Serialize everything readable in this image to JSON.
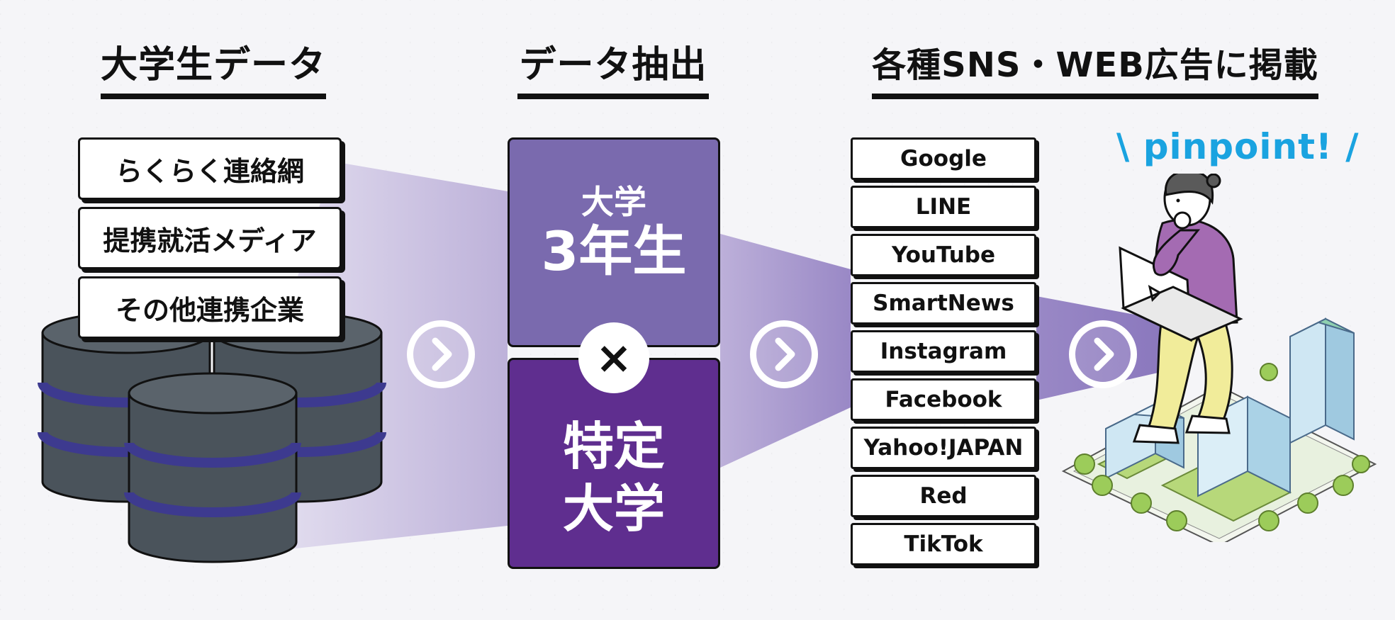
{
  "headings": {
    "student_data": "大学生データ",
    "extraction": "データ抽出",
    "placement": "各種SNS・WEB広告に掲載"
  },
  "sources": [
    "らくらく連絡網",
    "提携就活メディア",
    "その他連携企業"
  ],
  "filters": {
    "top": [
      "大学",
      "3年生"
    ],
    "cross": "×",
    "bottom": [
      "特定",
      "大学"
    ]
  },
  "platforms": [
    "Google",
    "LINE",
    "YouTube",
    "SmartNews",
    "Instagram",
    "Facebook",
    "Yahoo!JAPAN",
    "Red",
    "TikTok"
  ],
  "pinpoint": "pinpoint!",
  "colors": {
    "purple_light": "#7a6aae",
    "purple_dark": "#5f2e8f",
    "funnel": "#9b8ac6",
    "accent_blue": "#1aa3e0",
    "db_body": "#4a535b",
    "db_ring": "#3d3a8f"
  },
  "icons": {
    "arrow": "chevron-right-icon",
    "database": "database-icon",
    "person": "person-with-laptop-icon"
  }
}
